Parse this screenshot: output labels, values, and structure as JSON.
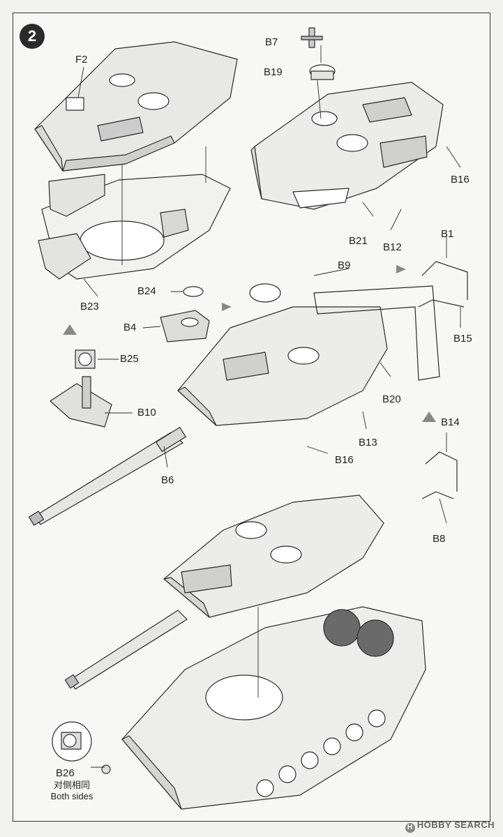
{
  "step_number": "2",
  "labels": {
    "F2": "F2",
    "B7": "B7",
    "B19": "B19",
    "B16_top": "B16",
    "B21": "B21",
    "B12": "B12",
    "B1": "B1",
    "B15": "B15",
    "B23": "B23",
    "B24": "B24",
    "B4": "B4",
    "B9": "B9",
    "B25": "B25",
    "B10": "B10",
    "B20": "B20",
    "B14": "B14",
    "B13": "B13",
    "B16_mid": "B16",
    "B6": "B6",
    "B8": "B8",
    "B26": "B26"
  },
  "note": {
    "chinese": "对侧相同",
    "english": "Both sides"
  },
  "watermark": "HOBBY SEARCH",
  "colors": {
    "line": "#2b2b2b",
    "panel": "#e9e9e7",
    "hatch": "#555555"
  }
}
